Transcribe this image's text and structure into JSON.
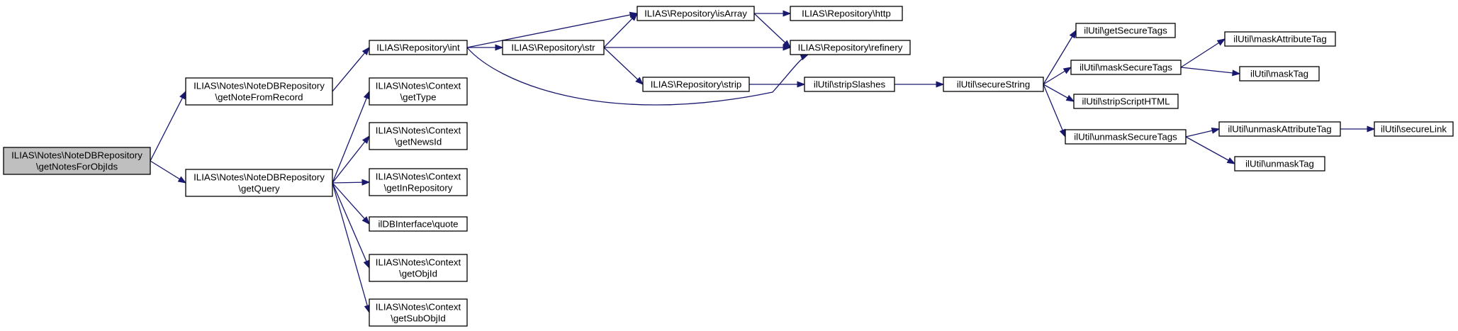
{
  "colors": {
    "edge": "#191970",
    "root_fill": "#bfbfbf",
    "node_fill": "#ffffff"
  },
  "nodes": [
    {
      "id": "getNotesForObjIds",
      "lines": [
        "ILIAS\\Notes\\NoteDBRepository",
        "\\getNotesForObjIds"
      ],
      "root": true
    },
    {
      "id": "getNoteFromRecord",
      "lines": [
        "ILIAS\\Notes\\NoteDBRepository",
        "\\getNoteFromRecord"
      ]
    },
    {
      "id": "getQuery",
      "lines": [
        "ILIAS\\Notes\\NoteDBRepository",
        "\\getQuery"
      ]
    },
    {
      "id": "repoInt",
      "lines": [
        "ILIAS\\Repository\\int"
      ]
    },
    {
      "id": "ctxGetType",
      "lines": [
        "ILIAS\\Notes\\Context",
        "\\getType"
      ]
    },
    {
      "id": "ctxGetNewsId",
      "lines": [
        "ILIAS\\Notes\\Context",
        "\\getNewsId"
      ]
    },
    {
      "id": "ctxGetInRepository",
      "lines": [
        "ILIAS\\Notes\\Context",
        "\\getInRepository"
      ]
    },
    {
      "id": "dbQuote",
      "lines": [
        "ilDBInterface\\quote"
      ]
    },
    {
      "id": "ctxGetObjId",
      "lines": [
        "ILIAS\\Notes\\Context",
        "\\getObjId"
      ]
    },
    {
      "id": "ctxGetSubObjId",
      "lines": [
        "ILIAS\\Notes\\Context",
        "\\getSubObjId"
      ]
    },
    {
      "id": "repoStr",
      "lines": [
        "ILIAS\\Repository\\str"
      ]
    },
    {
      "id": "repoIsArray",
      "lines": [
        "ILIAS\\Repository\\isArray"
      ]
    },
    {
      "id": "repoStrip",
      "lines": [
        "ILIAS\\Repository\\strip"
      ]
    },
    {
      "id": "repoHttp",
      "lines": [
        "ILIAS\\Repository\\http"
      ]
    },
    {
      "id": "repoRefinery",
      "lines": [
        "ILIAS\\Repository\\refinery"
      ]
    },
    {
      "id": "stripSlashes",
      "lines": [
        "ilUtil\\stripSlashes"
      ]
    },
    {
      "id": "secureString",
      "lines": [
        "ilUtil\\secureString"
      ]
    },
    {
      "id": "getSecureTags",
      "lines": [
        "ilUtil\\getSecureTags"
      ]
    },
    {
      "id": "maskSecureTags",
      "lines": [
        "ilUtil\\maskSecureTags"
      ]
    },
    {
      "id": "stripScriptHTML",
      "lines": [
        "ilUtil\\stripScriptHTML"
      ]
    },
    {
      "id": "unmaskSecureTags",
      "lines": [
        "ilUtil\\unmaskSecureTags"
      ]
    },
    {
      "id": "maskAttributeTag",
      "lines": [
        "ilUtil\\maskAttributeTag"
      ]
    },
    {
      "id": "maskTag",
      "lines": [
        "ilUtil\\maskTag"
      ]
    },
    {
      "id": "unmaskAttributeTag",
      "lines": [
        "ilUtil\\unmaskAttributeTag"
      ]
    },
    {
      "id": "unmaskTag",
      "lines": [
        "ilUtil\\unmaskTag"
      ]
    },
    {
      "id": "secureLink",
      "lines": [
        "ilUtil\\secureLink"
      ]
    }
  ],
  "edges": [
    [
      "getNotesForObjIds",
      "getNoteFromRecord"
    ],
    [
      "getNotesForObjIds",
      "getQuery"
    ],
    [
      "getNoteFromRecord",
      "repoInt"
    ],
    [
      "getQuery",
      "ctxGetType"
    ],
    [
      "getQuery",
      "ctxGetNewsId"
    ],
    [
      "getQuery",
      "ctxGetInRepository"
    ],
    [
      "getQuery",
      "dbQuote"
    ],
    [
      "getQuery",
      "ctxGetObjId"
    ],
    [
      "getQuery",
      "ctxGetSubObjId"
    ],
    [
      "repoInt",
      "repoIsArray"
    ],
    [
      "repoInt",
      "repoStr"
    ],
    [
      "repoInt",
      "repoRefinery"
    ],
    [
      "repoStr",
      "repoIsArray"
    ],
    [
      "repoStr",
      "repoRefinery"
    ],
    [
      "repoStr",
      "repoStrip"
    ],
    [
      "repoIsArray",
      "repoHttp"
    ],
    [
      "repoIsArray",
      "repoRefinery"
    ],
    [
      "repoStrip",
      "stripSlashes"
    ],
    [
      "stripSlashes",
      "secureString"
    ],
    [
      "secureString",
      "getSecureTags"
    ],
    [
      "secureString",
      "maskSecureTags"
    ],
    [
      "secureString",
      "stripScriptHTML"
    ],
    [
      "secureString",
      "unmaskSecureTags"
    ],
    [
      "maskSecureTags",
      "maskAttributeTag"
    ],
    [
      "maskSecureTags",
      "maskTag"
    ],
    [
      "unmaskSecureTags",
      "unmaskAttributeTag"
    ],
    [
      "unmaskSecureTags",
      "unmaskTag"
    ],
    [
      "unmaskAttributeTag",
      "secureLink"
    ]
  ]
}
